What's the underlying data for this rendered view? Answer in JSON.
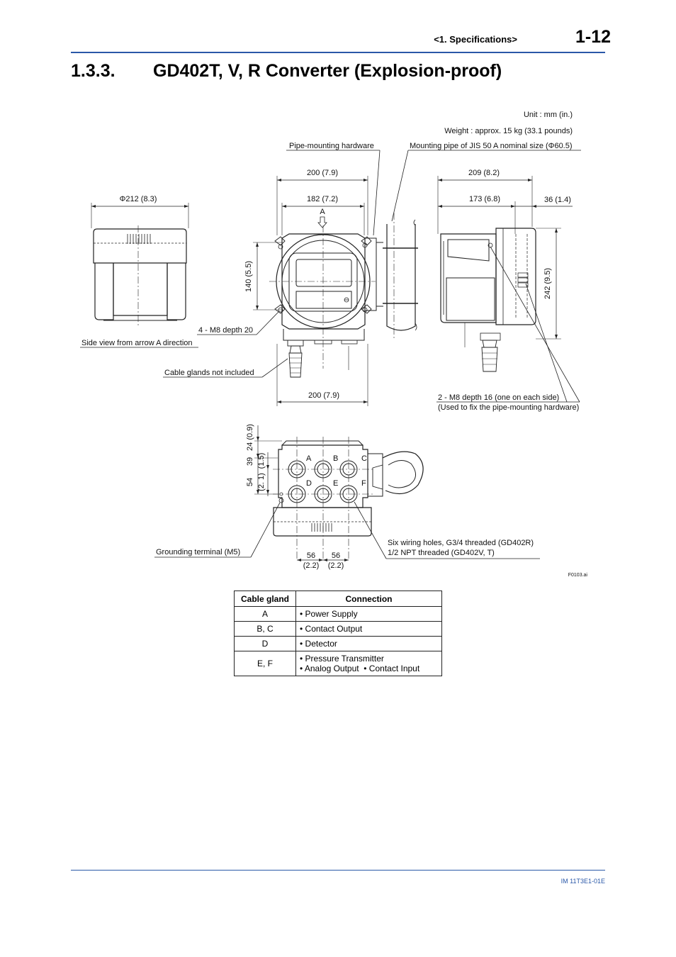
{
  "header": {
    "section": "<1. Specifications>",
    "page_number": "1-12"
  },
  "title": {
    "number": "1.3.3.",
    "text": "GD402T, V, R Converter (Explosion-proof)"
  },
  "figure": {
    "unit_note": "Unit : mm (in.)",
    "weight_note": "Weight : approx. 15 kg (33.1 pounds)",
    "pipe_mounting_hardware": "Pipe-mounting hardware",
    "mounting_pipe": "Mounting pipe of JIS 50 A nominal size (Φ60.5)",
    "dim_phi212": "Φ212 (8.3)",
    "dim_200_top": "200 (7.9)",
    "dim_182": "182 (7.2)",
    "arrow_a": "A",
    "dim_209": "209 (8.2)",
    "dim_173": "173 (6.8)",
    "dim_36": "36 (1.4)",
    "dim_140": "140 (5.5)",
    "dim_242": "242 (9.5)",
    "m8_depth20": "4 - M8 depth 20",
    "side_view": "Side view from arrow A direction",
    "cable_glands": "Cable glands not included",
    "dim_200_bottom": "200 (7.9)",
    "m8_depth16": "2 - M8 depth 16 (one on each side)",
    "m8_depth16_note": "(Used to fix the pipe-mounting hardware)",
    "dim_24": "24 (0.9)",
    "dim_39": "39",
    "dim_15": "(1.5)",
    "dim_54": "54",
    "dim_21": "(2. 1)",
    "grounding": "Grounding terminal (M5)",
    "dim_56_left": "56",
    "dim_56_left_in": "(2.2)",
    "dim_56_right": "56",
    "dim_56_right_in": "(2.2)",
    "six_holes_1": "Six wiring holes, G3/4 threaded (GD402R)",
    "six_holes_2": "1/2 NPT threaded (GD402V, T)",
    "hole_a": "A",
    "hole_b": "B",
    "hole_c": "C",
    "hole_d": "D",
    "hole_e": "E",
    "hole_f": "F",
    "fig_id": "F0103.ai"
  },
  "table": {
    "headers": [
      "Cable gland",
      "Connection"
    ],
    "rows": [
      {
        "gland": "A",
        "conn1": "• Power Supply",
        "conn2": ""
      },
      {
        "gland": "B, C",
        "conn1": "• Contact Output",
        "conn2": ""
      },
      {
        "gland": "D",
        "conn1": "• Detector",
        "conn2": ""
      },
      {
        "gland": "E, F",
        "conn1": "• Pressure Transmitter",
        "conn2": "• Analog Output  • Contact Input"
      }
    ]
  },
  "footer": {
    "doc_id": "IM 11T3E1-01E"
  },
  "colors": {
    "accent": "#2a58a8"
  }
}
